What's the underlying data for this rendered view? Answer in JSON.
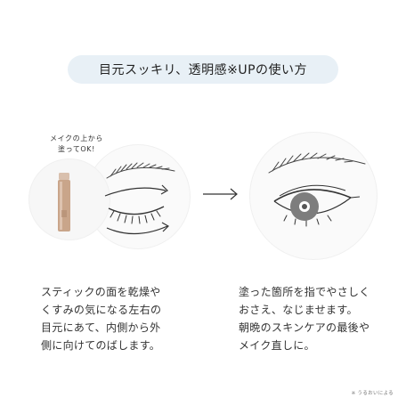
{
  "header": {
    "title": "目元スッキリ、透明感※UPの使い方"
  },
  "product_note": {
    "line1": "メイクの上から",
    "line2": "塗ってOK!"
  },
  "steps": [
    {
      "line1": "スティックの面を乾燥や",
      "line2": "くすみの気になる左右の",
      "line3": "目元にあて、内側から外",
      "line4": "側に向けてのばします。"
    },
    {
      "line1": "塗った箇所を指でやさしく",
      "line2": "おさえ、なじませます。",
      "line3": "朝晩のスキンケアの最後や",
      "line4": "メイク直しに。"
    }
  ],
  "footnote": "※ うるおいによる",
  "colors": {
    "pill": "#e8f0f6",
    "stick": "#c9a58a",
    "iris": "#7d7d7d"
  },
  "icons": [
    "product-stick-icon",
    "closed-eye-icon",
    "open-eye-icon",
    "right-arrow-icon",
    "stroke-arrow-icon"
  ]
}
